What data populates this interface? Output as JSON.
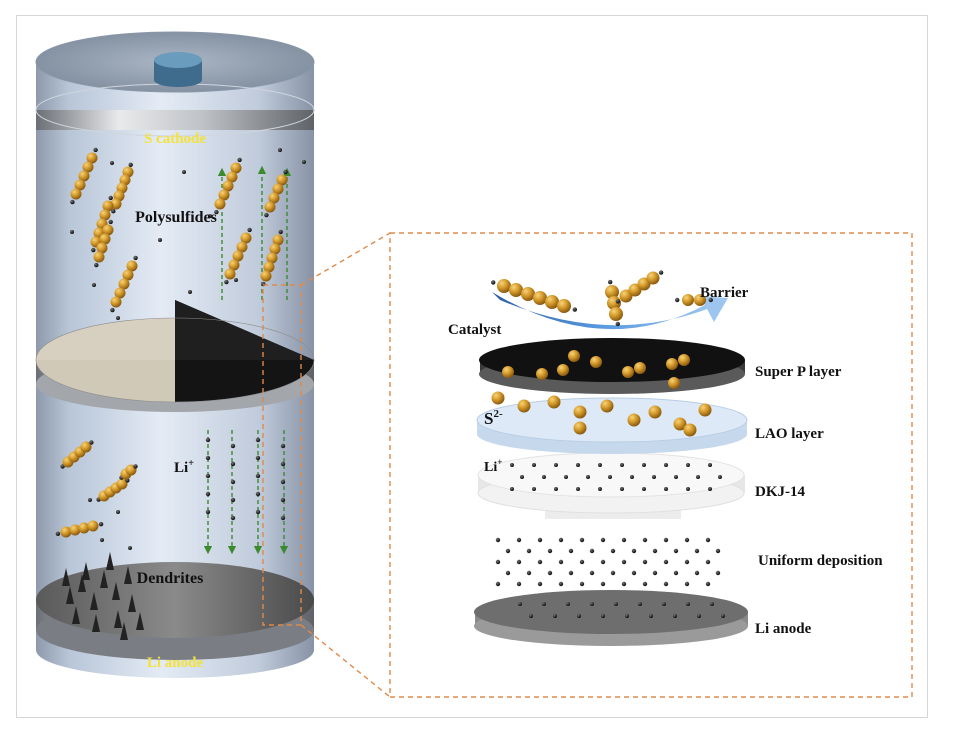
{
  "cell": {
    "top_label": "S  cathode",
    "bottom_label": "Li  anode",
    "polysulfides_label": "Polysulfides",
    "li_ion_label": "Li",
    "li_ion_charge": "+",
    "dendrites_label": "Dendrites"
  },
  "detail": {
    "catalyst_label": "Catalyst",
    "barrier_label": "Barrier",
    "sulfide_label": "S",
    "sulfide_charge": "2-",
    "li_ion_label": "Li",
    "li_ion_charge": "+",
    "layers": [
      {
        "label": "Super P layer"
      },
      {
        "label": "LAO layer"
      },
      {
        "label": "DKJ-14"
      },
      {
        "label": "Uniform deposition"
      },
      {
        "label": "Li anode"
      }
    ]
  },
  "colors": {
    "sulfur_bead": "#c98a1e",
    "li_ion": "#111111",
    "dashed_box": "#e08a4a",
    "arrow_green": "#3c8a2e",
    "arrow_blue": "#3a78c8",
    "cell_label": "#f3e23a"
  }
}
